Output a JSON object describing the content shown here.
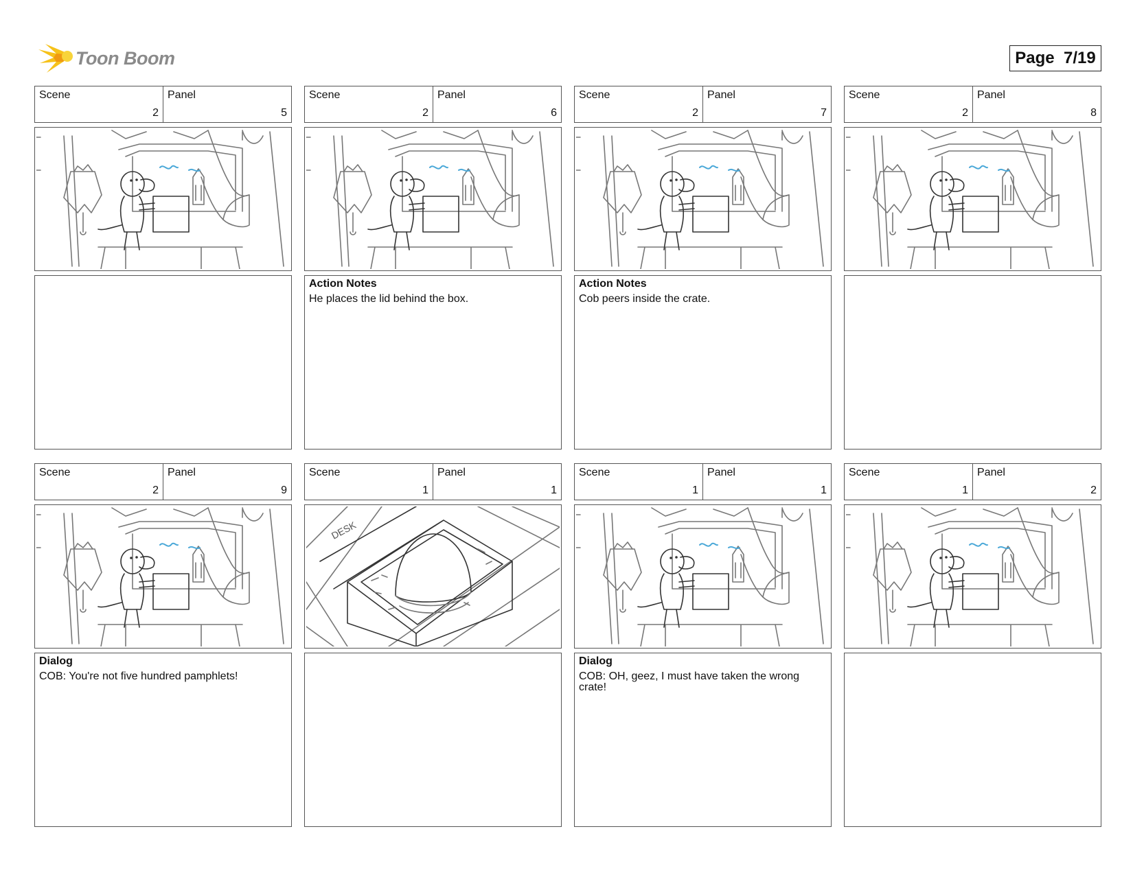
{
  "header": {
    "logo_text": "Toon Boom",
    "page_label": "Page  7/19"
  },
  "labels": {
    "scene": "Scene",
    "panel": "Panel"
  },
  "panels": [
    {
      "scene": "2",
      "panel": "5",
      "notes_title": "",
      "notes_text": "",
      "sketch": "room-lid-lift"
    },
    {
      "scene": "2",
      "panel": "6",
      "notes_title": "Action Notes",
      "notes_text": "He places the lid behind the box.",
      "sketch": "room-lid-place"
    },
    {
      "scene": "2",
      "panel": "7",
      "notes_title": "Action Notes",
      "notes_text": "Cob peers inside the crate.",
      "sketch": "room-peer"
    },
    {
      "scene": "2",
      "panel": "8",
      "notes_title": "",
      "notes_text": "",
      "sketch": "room-peer-worried"
    },
    {
      "scene": "2",
      "panel": "9",
      "notes_title": "Dialog",
      "notes_text": "COB: You're not five hundred pamphlets!",
      "sketch": "room-shock"
    },
    {
      "scene": "1",
      "panel": "1",
      "notes_title": "",
      "notes_text": "",
      "sketch": "crate-egg-closeup"
    },
    {
      "scene": "1",
      "panel": "1",
      "notes_title": "Dialog",
      "notes_text": "COB: OH, geez, I must have taken the wrong crate!",
      "sketch": "room-panic"
    },
    {
      "scene": "1",
      "panel": "2",
      "notes_title": "",
      "notes_text": "",
      "sketch": "room-panic-2"
    }
  ],
  "desk_label": "DESK"
}
